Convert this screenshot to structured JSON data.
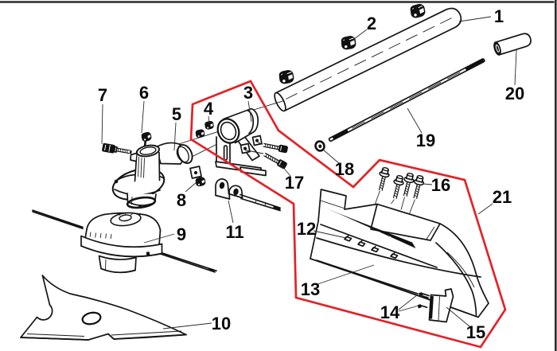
{
  "figure": {
    "kind": "exploded-parts-diagram",
    "subject": "brush-cutter shaft, clamp, gear head, trimmer head, blade and guard assembly",
    "background_color": "#ffffff",
    "line_color": "#141414",
    "highlight_outline_color": "#e32227",
    "label_color": "#0a0a0a"
  },
  "parts": [
    {
      "number": "1"
    },
    {
      "number": "2"
    },
    {
      "number": "3"
    },
    {
      "number": "4"
    },
    {
      "number": "5"
    },
    {
      "number": "6"
    },
    {
      "number": "7"
    },
    {
      "number": "8"
    },
    {
      "number": "9"
    },
    {
      "number": "10"
    },
    {
      "number": "11"
    },
    {
      "number": "12"
    },
    {
      "number": "13"
    },
    {
      "number": "14"
    },
    {
      "number": "15"
    },
    {
      "number": "16"
    },
    {
      "number": "17"
    },
    {
      "number": "18"
    },
    {
      "number": "19"
    },
    {
      "number": "20"
    },
    {
      "number": "21"
    }
  ]
}
